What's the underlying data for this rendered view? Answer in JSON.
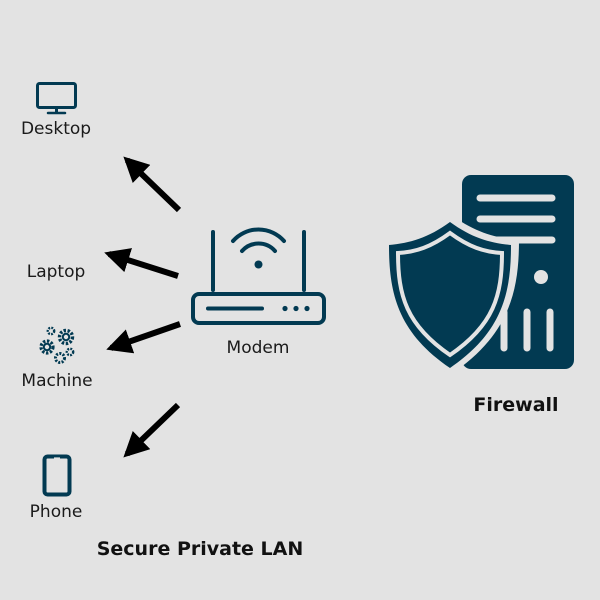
{
  "theme": {
    "icon_color": "#023a52",
    "arrow_color": "#000000",
    "background": "#e3e3e3"
  },
  "devices": [
    {
      "label": "Desktop",
      "icon": "desktop-monitor-icon"
    },
    {
      "label": "Laptop",
      "icon": ""
    },
    {
      "label": "Machine",
      "icon": "gears-icon"
    },
    {
      "label": "Phone",
      "icon": "smartphone-icon"
    }
  ],
  "modem": {
    "label": "Modem",
    "icon": "wifi-router-icon"
  },
  "firewall": {
    "label": "Firewall",
    "icon": "shield-server-icon"
  },
  "lan_title": "Secure Private LAN"
}
